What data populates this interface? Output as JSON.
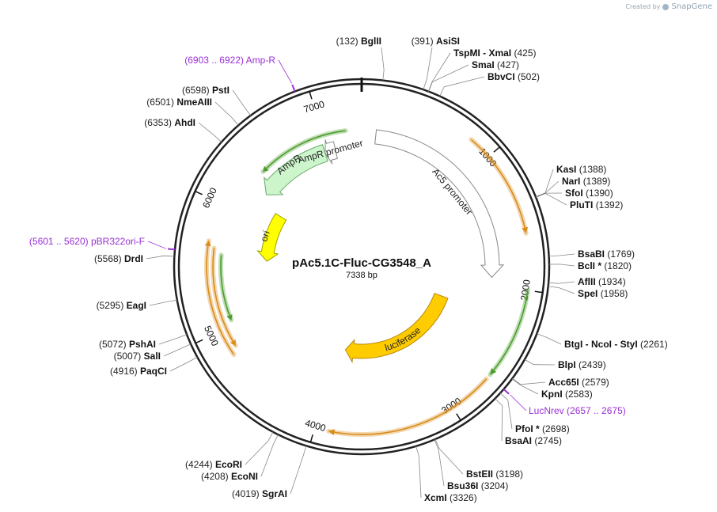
{
  "credit": {
    "prefix": "Created by",
    "brand": "SnapGene"
  },
  "plasmid": {
    "name": "pAc5.1C-Fluc-CG3548_A",
    "size": "7338 bp",
    "length": 7338
  },
  "ticks": [
    {
      "pos": 1000,
      "label": "1000"
    },
    {
      "pos": 2000,
      "label": "2000"
    },
    {
      "pos": 3000,
      "label": "3000"
    },
    {
      "pos": 4000,
      "label": "4000"
    },
    {
      "pos": 5000,
      "label": "5000"
    },
    {
      "pos": 6000,
      "label": "6000"
    },
    {
      "pos": 7000,
      "label": "7000"
    }
  ],
  "sites": [
    {
      "id": "bglii",
      "pos_text": "(132)",
      "name": "BglII",
      "pos": 132
    },
    {
      "id": "asisi",
      "pos_text": "(391)",
      "name": "AsiSI",
      "pos": 391
    },
    {
      "id": "tspmi-xmai",
      "pos_text": "(425)",
      "name": "TspMI  - XmaI",
      "pos": 425
    },
    {
      "id": "smai",
      "pos_text": "(427)",
      "name": "SmaI",
      "pos": 427
    },
    {
      "id": "bbvci",
      "pos_text": "(502)",
      "name": "BbvCI",
      "pos": 502
    },
    {
      "id": "kasi",
      "pos_text": "(1388)",
      "name": "KasI",
      "pos": 1388
    },
    {
      "id": "nari",
      "pos_text": "(1389)",
      "name": "NarI",
      "pos": 1389
    },
    {
      "id": "sfoi",
      "pos_text": "(1390)",
      "name": "SfoI",
      "pos": 1390
    },
    {
      "id": "pluti",
      "pos_text": "(1392)",
      "name": "PluTI",
      "pos": 1392
    },
    {
      "id": "bsabi",
      "pos_text": "(1769)",
      "name": "BsaBI",
      "pos": 1769
    },
    {
      "id": "bcli",
      "pos_text": "(1820)",
      "name": "BclI *",
      "pos": 1820
    },
    {
      "id": "aflii",
      "pos_text": "(1934)",
      "name": "AflII",
      "pos": 1934
    },
    {
      "id": "spei",
      "pos_text": "(1958)",
      "name": "SpeI",
      "pos": 1958
    },
    {
      "id": "btgi-ncoi-styi",
      "pos_text": "(2261)",
      "name": "BtgI  - NcoI  - StyI",
      "pos": 2261
    },
    {
      "id": "blpi",
      "pos_text": "(2439)",
      "name": "BlpI",
      "pos": 2439
    },
    {
      "id": "acc65i",
      "pos_text": "(2579)",
      "name": "Acc65I",
      "pos": 2579
    },
    {
      "id": "kpni",
      "pos_text": "(2583)",
      "name": "KpnI",
      "pos": 2583
    },
    {
      "id": "pfoi",
      "pos_text": "(2698)",
      "name": "PfoI *",
      "pos": 2698
    },
    {
      "id": "bsaai",
      "pos_text": "(2745)",
      "name": "BsaAI",
      "pos": 2745
    },
    {
      "id": "bsteii",
      "pos_text": "(3198)",
      "name": "BstEII",
      "pos": 3198
    },
    {
      "id": "bsu36i",
      "pos_text": "(3204)",
      "name": "Bsu36I",
      "pos": 3204
    },
    {
      "id": "xcmi",
      "pos_text": "(3326)",
      "name": "XcmI",
      "pos": 3326
    },
    {
      "id": "sgrai",
      "pos_text": "(4019)",
      "name": "SgrAI",
      "pos": 4019
    },
    {
      "id": "econi",
      "pos_text": "(4208)",
      "name": "EcoNI",
      "pos": 4208
    },
    {
      "id": "ecori",
      "pos_text": "(4244)",
      "name": "EcoRI",
      "pos": 4244
    },
    {
      "id": "paqci",
      "pos_text": "(4916)",
      "name": "PaqCI",
      "pos": 4916
    },
    {
      "id": "sali",
      "pos_text": "(5007)",
      "name": "SalI",
      "pos": 5007
    },
    {
      "id": "pshai",
      "pos_text": "(5072)",
      "name": "PshAI",
      "pos": 5072
    },
    {
      "id": "eagi",
      "pos_text": "(5295)",
      "name": "EagI",
      "pos": 5295
    },
    {
      "id": "drdi",
      "pos_text": "(5568)",
      "name": "DrdI",
      "pos": 5568
    },
    {
      "id": "ahdi",
      "pos_text": "(6353)",
      "name": "AhdI",
      "pos": 6353
    },
    {
      "id": "nmeaiii",
      "pos_text": "(6501)",
      "name": "NmeAIII",
      "pos": 6501
    },
    {
      "id": "psti",
      "pos_text": "(6598)",
      "name": "PstI",
      "pos": 6598
    }
  ],
  "primers": [
    {
      "id": "amp-r",
      "range": "(6903 .. 6922)",
      "name": "Amp-R",
      "start": 6903,
      "end": 6922
    },
    {
      "id": "pbr322ori-f",
      "range": "(5601 .. 5620)",
      "name": "pBR322ori-F",
      "start": 5601,
      "end": 5620
    },
    {
      "id": "lucnrev",
      "name": "LucNrev",
      "range": "(2657 .. 2675)",
      "start": 2657,
      "end": 2675
    }
  ],
  "features": [
    {
      "id": "ampr",
      "label": "AmpR",
      "start": 6258,
      "end": 6975,
      "dir": -1,
      "color": "#ccf5cc",
      "stroke": "#6aa86a"
    },
    {
      "id": "ampr-promoter",
      "label": "AmpR promoter",
      "start": 6976,
      "end": 7080,
      "dir": -1,
      "color": "#ffffff",
      "stroke": "#888888"
    },
    {
      "id": "ac5-promoter",
      "label": "Ac5 promoter",
      "start": 125,
      "end": 1930,
      "dir": 1,
      "color": "#ffffff",
      "stroke": "#888888"
    },
    {
      "id": "luciferase",
      "label": "luciferase",
      "start": 2245,
      "end": 3895,
      "dir": 1,
      "color": "#ffcc00",
      "stroke": "#b8860b"
    },
    {
      "id": "ori",
      "label": "ori",
      "start": 5570,
      "end": 6150,
      "dir": -1,
      "color": "#ffff00",
      "stroke": "#a0a000"
    }
  ],
  "orfs": [
    {
      "id": "orf-1",
      "start": 830,
      "end": 1600,
      "dir": 1,
      "color": "#d98c1a"
    },
    {
      "id": "orf-2",
      "start": 2000,
      "end": 2650,
      "dir": 1,
      "color": "#4a9d2a"
    },
    {
      "id": "orf-3",
      "start": 2690,
      "end": 3900,
      "dir": 1,
      "color": "#d98c1a"
    },
    {
      "id": "orf-4",
      "start": 6400,
      "end": 7200,
      "dir": -1,
      "color": "#4a9d2a"
    },
    {
      "id": "orf-5",
      "start": 4800,
      "end": 5700,
      "dir": 1,
      "color": "#d98c1a"
    },
    {
      "id": "orf-6",
      "start": 4850,
      "end": 5650,
      "dir": -1,
      "color": "#d98c1a"
    },
    {
      "id": "orf-7",
      "start": 5050,
      "end": 5600,
      "dir": -1,
      "color": "#4a9d2a"
    }
  ]
}
